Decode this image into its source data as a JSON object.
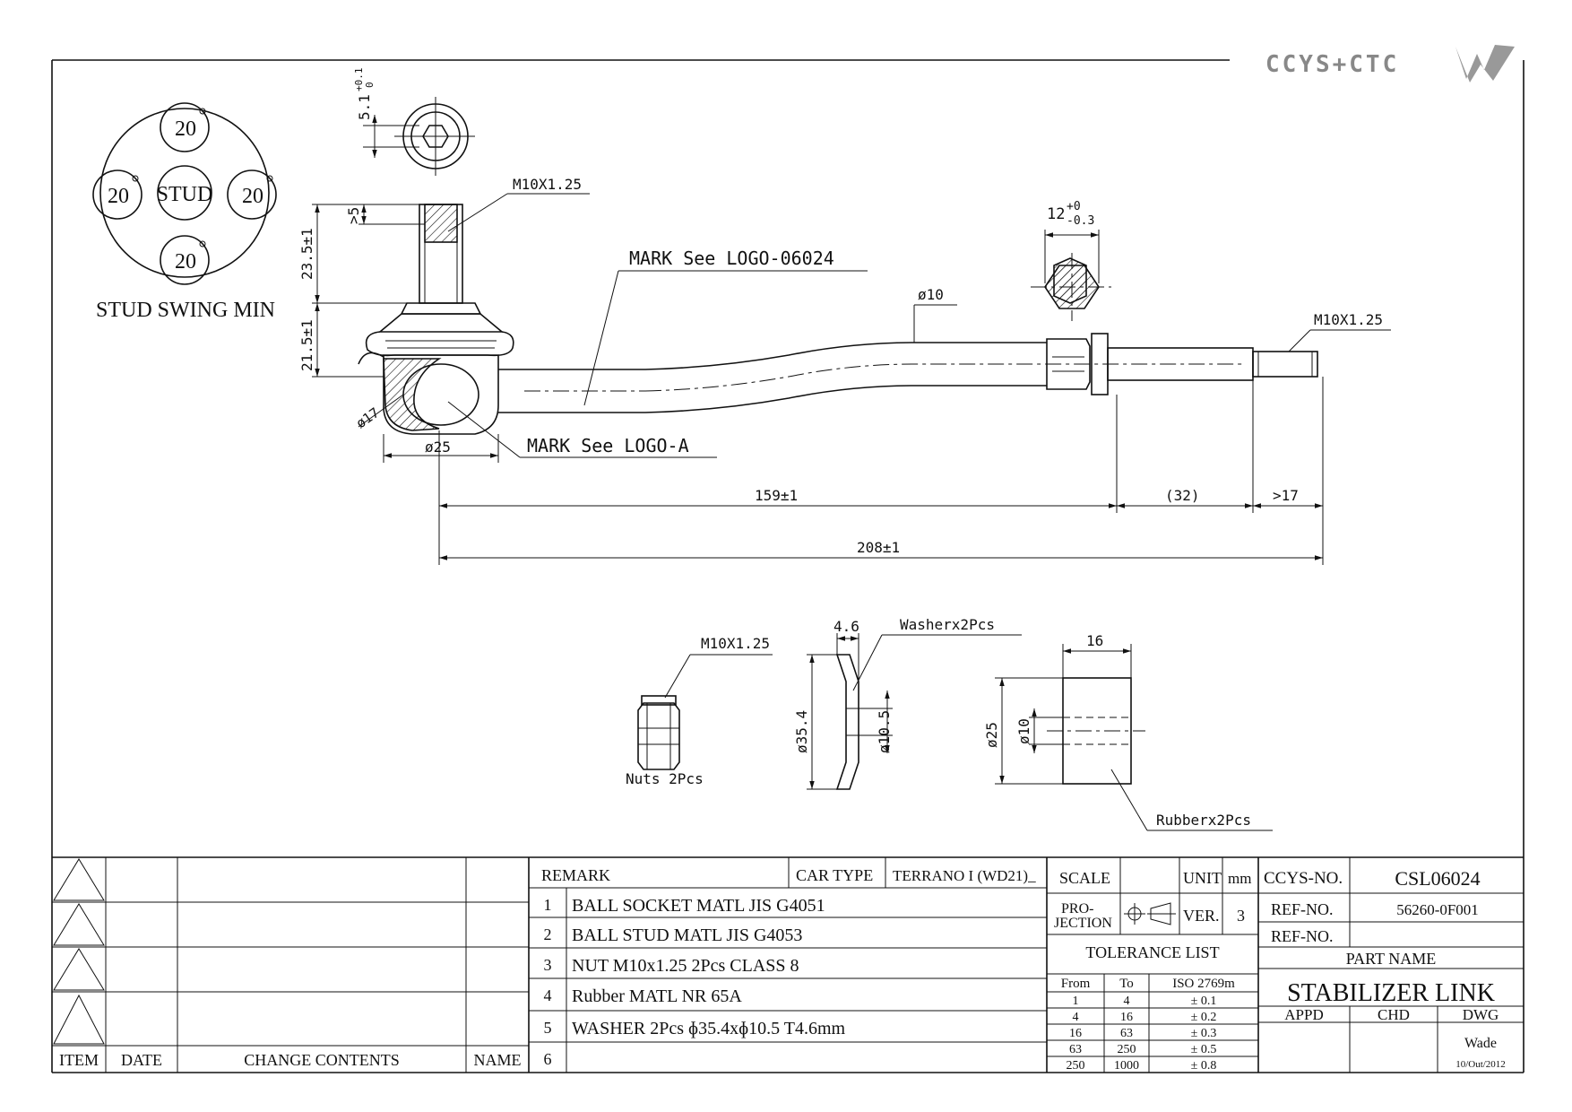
{
  "logo": {
    "text": "CCYS+CTC"
  },
  "swing": {
    "top": "20",
    "left": "20",
    "right": "20",
    "bottom": "20",
    "center": "STUD",
    "label": "STUD SWING MIN"
  },
  "dims": {
    "hex_socket": "5.1",
    "hex_socket_tol_plus": "+0.1",
    "hex_socket_tol_minus": "0",
    "stud_thread": "M10X1.25",
    "thread_len": ">5",
    "stud_len": "23.5±1",
    "body_len": "21.5±1",
    "ball": "ø17",
    "socket": "ø25",
    "rod": "ø10",
    "hex": "12",
    "hex_tol_plus": "+0",
    "hex_tol_minus": "-0.3",
    "end_thread": "M10X1.25",
    "len_main": "159±1",
    "len_mid": "(32)",
    "len_end": ">17",
    "len_total": "208±1"
  },
  "marks": {
    "mark1": "MARK See LOGO-06024",
    "mark2": "MARK See LOGO-A"
  },
  "parts": {
    "nut_thread": "M10X1.25",
    "nut_label": "Nuts 2Pcs",
    "washer_thick": "4.6",
    "washer_label": "Washerx2Pcs",
    "washer_od": "ø35.4",
    "washer_id": "ø10.5",
    "rubber_len": "16",
    "rubber_od": "ø25",
    "rubber_id": "ø10",
    "rubber_label": "Rubberx2Pcs"
  },
  "rev_table": {
    "headers": [
      "ITEM",
      "DATE",
      "CHANGE CONTENTS",
      "NAME"
    ]
  },
  "remark": {
    "label": "REMARK",
    "car_type_label": "CAR TYPE",
    "car_type": "TERRANO I (WD21)_",
    "items": [
      {
        "no": "1",
        "text": "BALL SOCKET MATL JIS G4051"
      },
      {
        "no": "2",
        "text": "BALL STUD MATL JIS G4053"
      },
      {
        "no": "3",
        "text": "NUT M10x1.25 2Pcs CLASS 8"
      },
      {
        "no": "4",
        "text": "Rubber MATL NR 65A"
      },
      {
        "no": "5",
        "text": "WASHER 2Pcs ɸ35.4xɸ10.5 T4.6mm"
      },
      {
        "no": "6",
        "text": ""
      }
    ]
  },
  "title_block": {
    "scale_label": "SCALE",
    "unit_label": "UNIT",
    "unit": "mm",
    "projection_label_1": "PRO-",
    "projection_label_2": "JECTION",
    "ver_label": "VER.",
    "ver": "3",
    "tolerance_label": "TOLERANCE LIST",
    "tol_headers": [
      "From",
      "To",
      "ISO 2769m"
    ],
    "tol_rows": [
      [
        "1",
        "4",
        "± 0.1"
      ],
      [
        "4",
        "16",
        "± 0.2"
      ],
      [
        "16",
        "63",
        "± 0.3"
      ],
      [
        "63",
        "250",
        "± 0.5"
      ],
      [
        "250",
        "1000",
        "± 0.8"
      ]
    ],
    "ccys_no_label": "CCYS-NO.",
    "ccys_no": "CSL06024",
    "ref_no_label": "REF-NO.",
    "ref_no": "56260-0F001",
    "ref_no2_label": "REF-NO.",
    "ref_no2": "",
    "part_name_label": "PART NAME",
    "part_name": "STABILIZER LINK",
    "appd_label": "APPD",
    "chd_label": "CHD",
    "dwg_label": "DWG",
    "dwg_name": "Wade",
    "dwg_date": "10/Out/2012"
  }
}
